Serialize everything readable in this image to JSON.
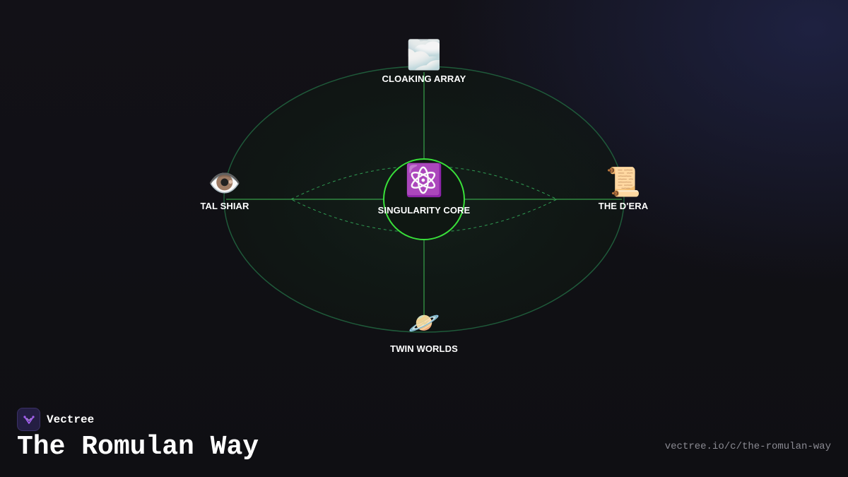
{
  "diagram": {
    "center": {
      "icon": "atom-icon",
      "emoji": "⚛️",
      "label": "SINGULARITY CORE"
    },
    "nodes": {
      "top": {
        "icon": "fog-cloud-icon",
        "emoji": "🌫️",
        "label": "CLOAKING ARRAY"
      },
      "left": {
        "icon": "eye-icon",
        "emoji": "👁️",
        "label": "TAL SHIAR"
      },
      "right": {
        "icon": "scroll-icon",
        "emoji": "📜",
        "label": "THE D'ERA"
      },
      "bottom": {
        "icon": "ringed-planet-icon",
        "emoji": "🪐",
        "label": "TWIN WORLDS"
      }
    },
    "colors": {
      "orbit_stroke": "#1f5a3a",
      "orbit_fill": "#101a14",
      "spoke": "#3fbf55",
      "core_ring": "#39e03a",
      "dashed_orbit": "#2f9a52"
    }
  },
  "footer": {
    "brand": {
      "name": "Vectree",
      "icon": "vectree-logo-icon",
      "accent": "#a35ef0"
    },
    "title": "The Romulan Way",
    "url": "vectree.io/c/the-romulan-way"
  }
}
